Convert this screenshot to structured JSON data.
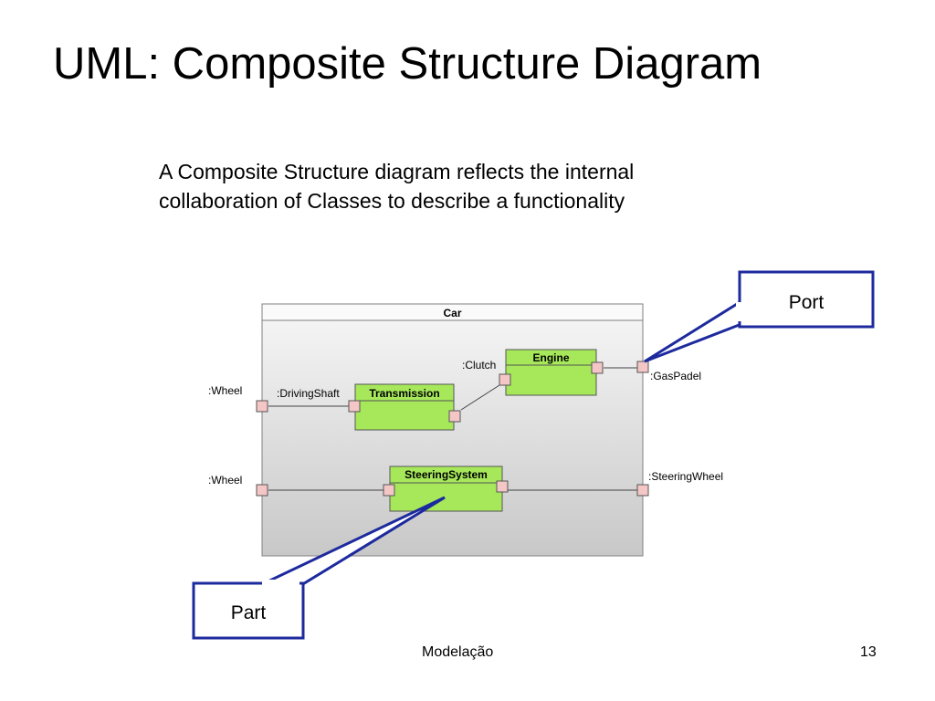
{
  "slide": {
    "title": "UML: Composite Structure Diagram",
    "description_lines": [
      "A Composite Structure diagram reflects the internal",
      "collaboration of Classes to describe a functionality"
    ],
    "footer_text": "Modelação",
    "page_number": "13"
  },
  "diagram": {
    "container_title": "Car",
    "parts": {
      "engine": "Engine",
      "transmission": "Transmission",
      "steering": "SteeringSystem"
    },
    "ports": {
      "wheel_top": ":Wheel",
      "driving_shaft": ":DrivingShaft",
      "clutch": ":Clutch",
      "gas_padel": ":GasPadel",
      "wheel_bottom": ":Wheel",
      "steering_wheel": ":SteeringWheel"
    },
    "callouts": {
      "port": "Port",
      "part": "Part"
    },
    "colors": {
      "part_fill": "#a6e85a",
      "port_fill": "#f4c6c6",
      "callout_border": "#1d2a9e",
      "container_top": "#f7f7f7",
      "container_bottom": "#c8c8c8"
    }
  }
}
